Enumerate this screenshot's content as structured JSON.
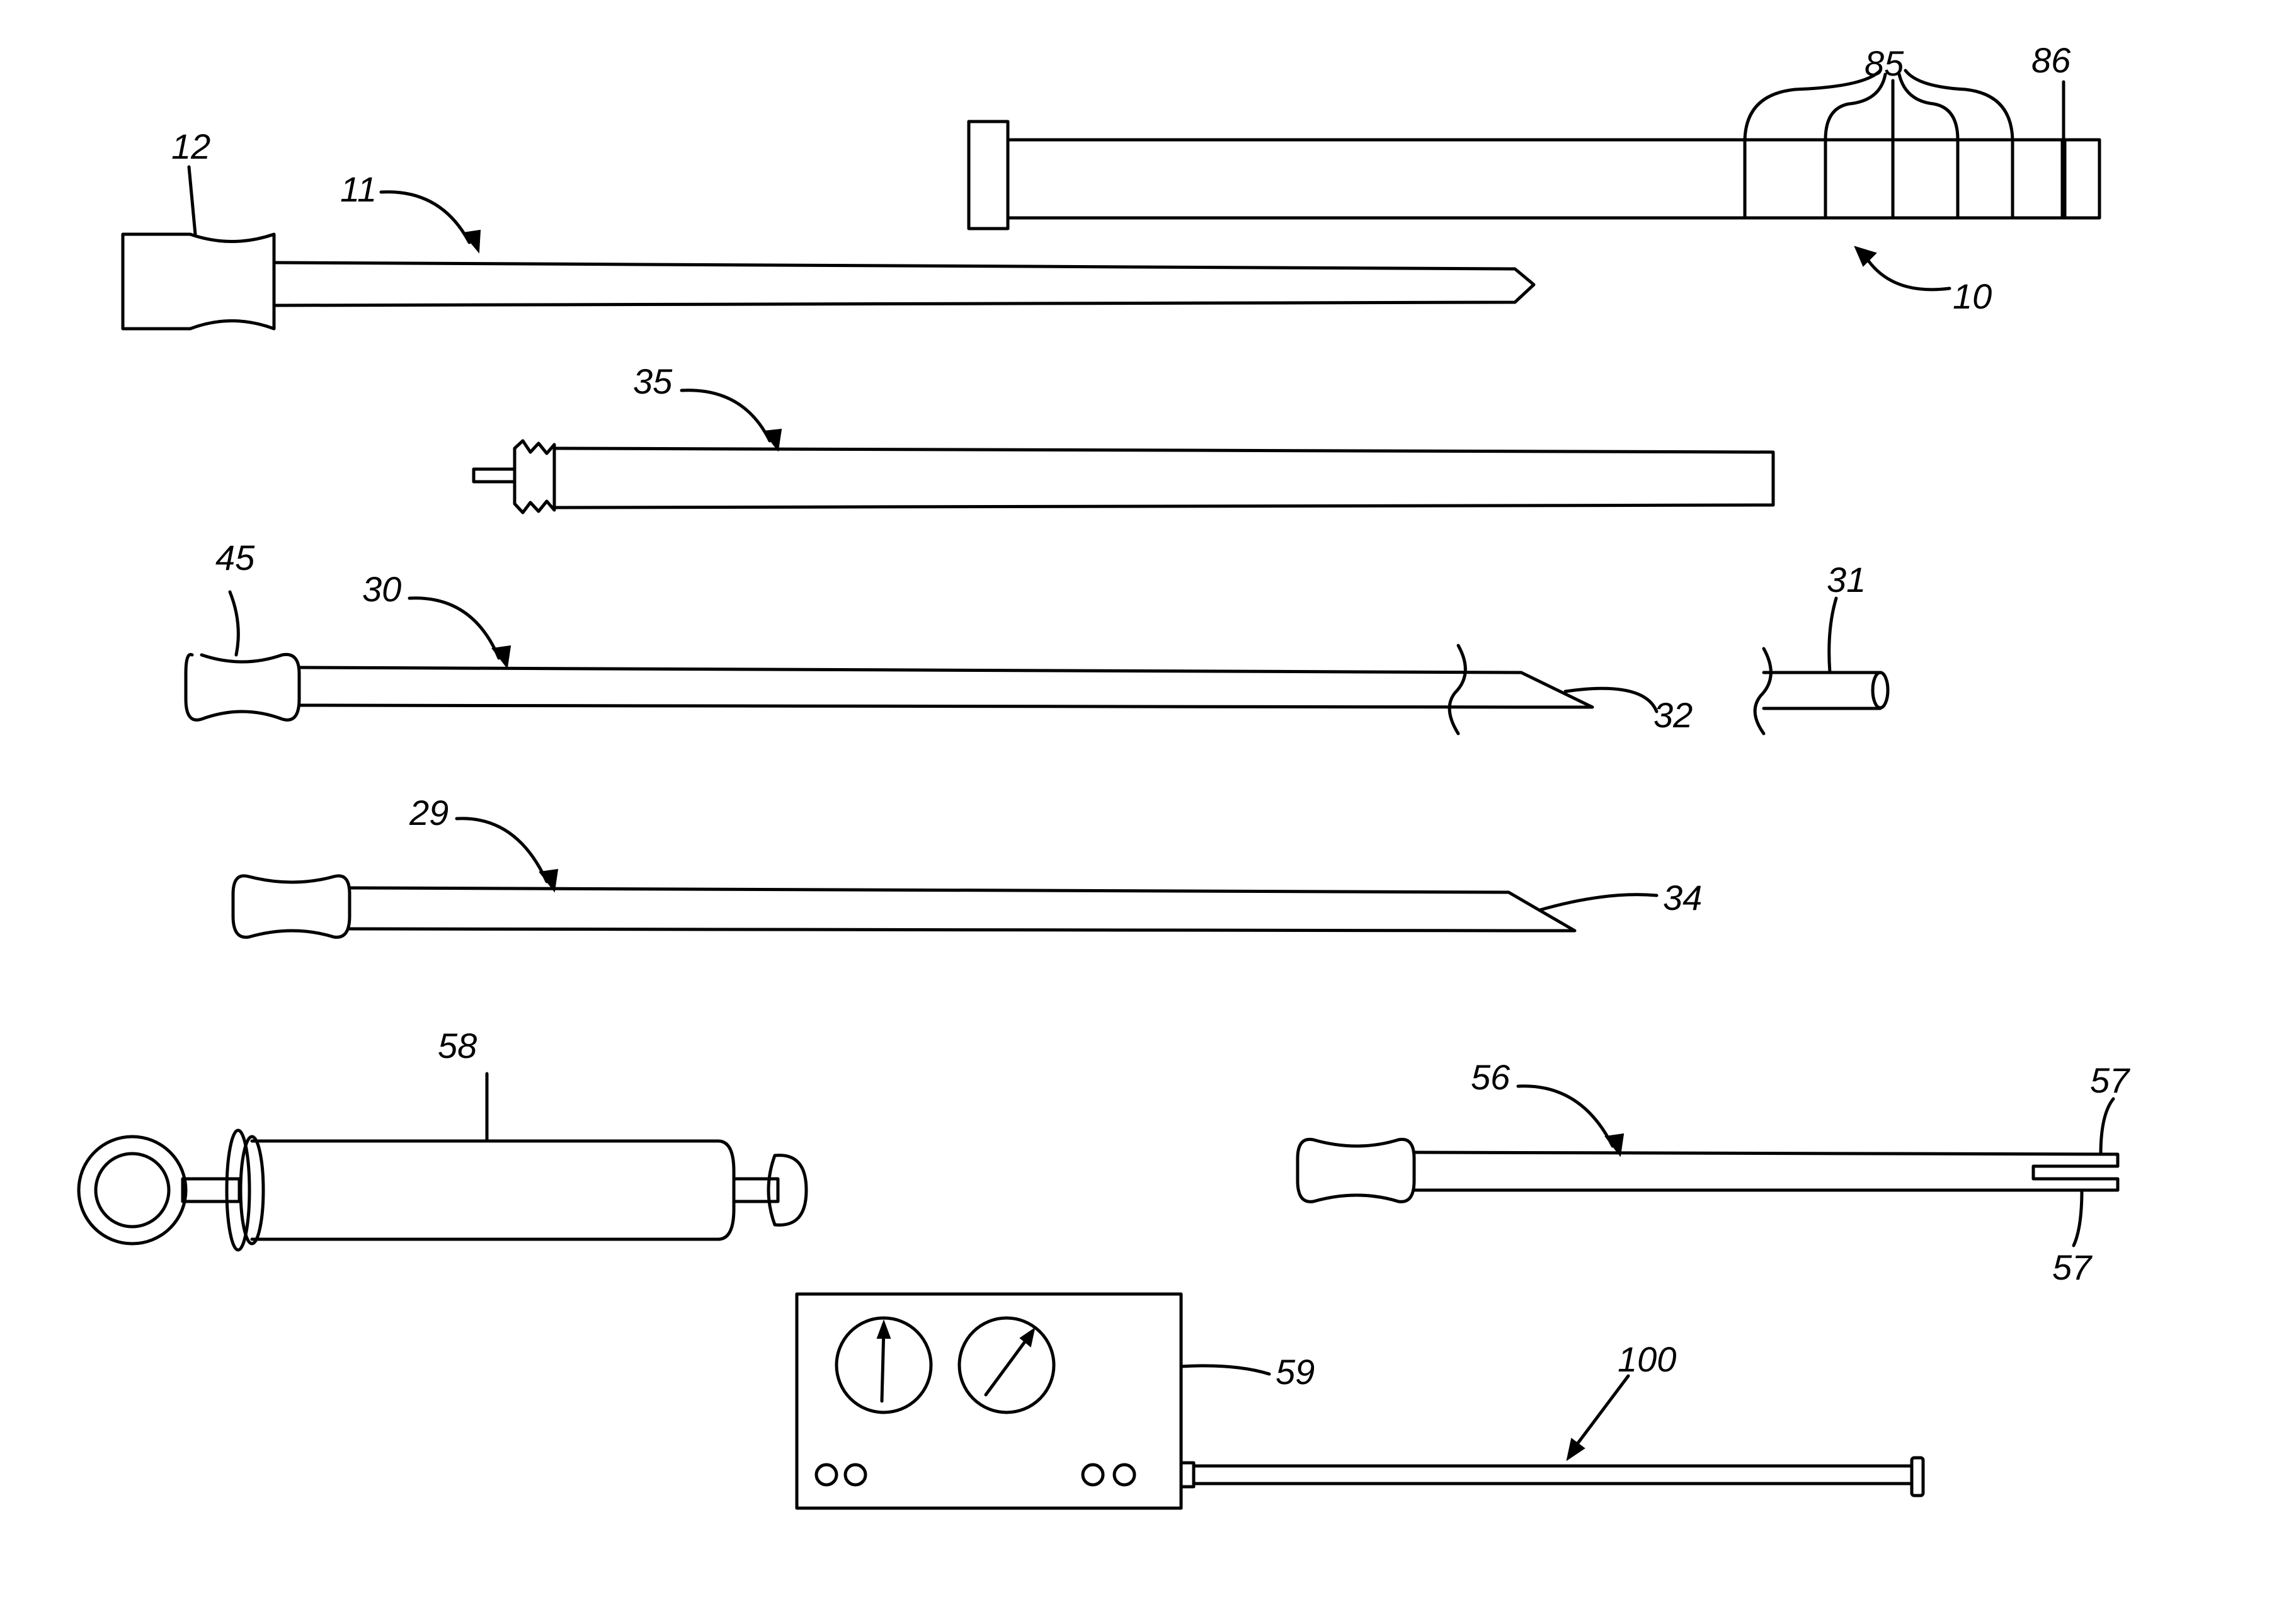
{
  "labels": {
    "n12": "12",
    "n11": "11",
    "n85": "85",
    "n86": "86",
    "n10": "10",
    "n35": "35",
    "n45": "45",
    "n30": "30",
    "n31": "31",
    "n32": "32",
    "n29": "29",
    "n34": "34",
    "n58": "58",
    "n56": "56",
    "n57_top": "57",
    "n57_bottom": "57",
    "n59": "59",
    "n100": "100"
  }
}
